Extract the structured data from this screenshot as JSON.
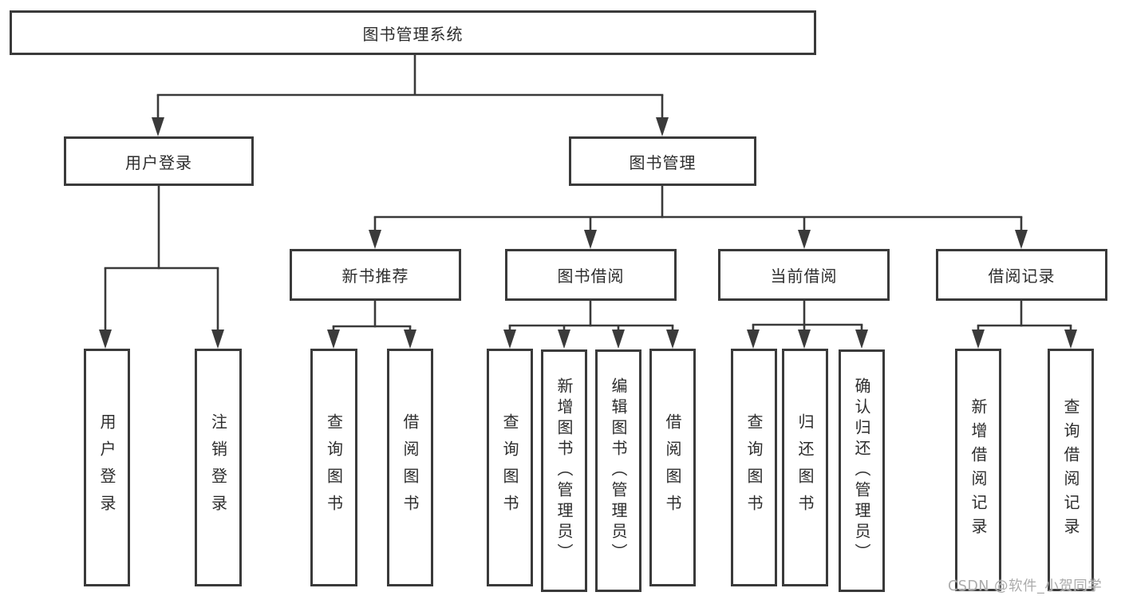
{
  "diagram": {
    "root": {
      "label": "图书管理系统"
    },
    "branches": [
      {
        "label": "用户登录",
        "children": [
          {
            "label": "用户登录"
          },
          {
            "label": "注销登录"
          }
        ]
      },
      {
        "label": "图书管理",
        "children": [
          {
            "label": "新书推荐",
            "children": [
              {
                "label": "查询图书"
              },
              {
                "label": "借阅图书"
              }
            ]
          },
          {
            "label": "图书借阅",
            "children": [
              {
                "label": "查询图书"
              },
              {
                "label": "新增图书（管理员）"
              },
              {
                "label": "编辑图书（管理员）"
              },
              {
                "label": "借阅图书"
              }
            ]
          },
          {
            "label": "当前借阅",
            "children": [
              {
                "label": "查询图书"
              },
              {
                "label": "归还图书"
              },
              {
                "label": "确认归还（管理员）"
              }
            ]
          },
          {
            "label": "借阅记录",
            "children": [
              {
                "label": "新增借阅记录"
              },
              {
                "label": "查询借阅记录"
              }
            ]
          }
        ]
      }
    ],
    "colors": {
      "line": "#3a3a3a",
      "text": "#2d2d2d",
      "watermark": "#acacac"
    }
  },
  "watermark": {
    "text": "CSDN @软件_小贺同学"
  }
}
